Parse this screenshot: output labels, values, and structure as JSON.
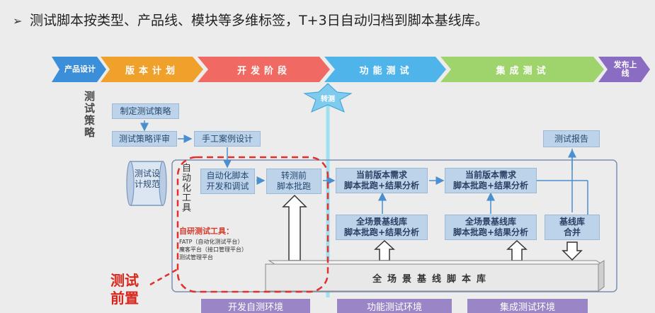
{
  "bullet": {
    "marker": "➢",
    "text": "测试脚本按类型、产品线、模块等多维标签，T+3日自动归档到脚本基线库。"
  },
  "phases": [
    {
      "label": "产品设计",
      "color": "#3b8fd8"
    },
    {
      "label": "版本计划",
      "color": "#f0a12c"
    },
    {
      "label": "开发阶段",
      "color": "#f06a63"
    },
    {
      "label": "功能测试",
      "color": "#4fb4ea"
    },
    {
      "label": "集成测试",
      "color": "#9fd36c"
    },
    {
      "label": "发布上线",
      "color": "#8a6cc2"
    }
  ],
  "strategy_label": "测试策略",
  "transfer_label": "转测",
  "boxes": {
    "make_strategy": "制定测试策略",
    "review_strategy": "测试策略评审",
    "manual_case": "手工案例设计",
    "auto_script": "自动化脚本\n开发和调试",
    "pre_transfer": "转测前\n脚本批跑",
    "func_current": "当前版本需求\n脚本批跑+结果分析",
    "func_full": "全场景基线库\n脚本批跑+结果分析",
    "int_current": "当前版本需求\n脚本批跑+结果分析",
    "int_full": "全场景基线库\n脚本批跑+结果分析",
    "report": "测试报告",
    "baseline_merge": "基线库\n合并"
  },
  "design_spec": "测试设计规范",
  "auto_tool": "自动化工具",
  "self_tools": {
    "title": "自研测试工具：",
    "items": [
      "FATP（自动化测试平台）",
      "魔客平台（接口管理平台）",
      "测试管理平台"
    ]
  },
  "baseline_lib": "全场景基线脚本库",
  "test_front": "测试前置",
  "envs": [
    "开发自测环境",
    "功能测试环境",
    "集成测试环境"
  ]
}
